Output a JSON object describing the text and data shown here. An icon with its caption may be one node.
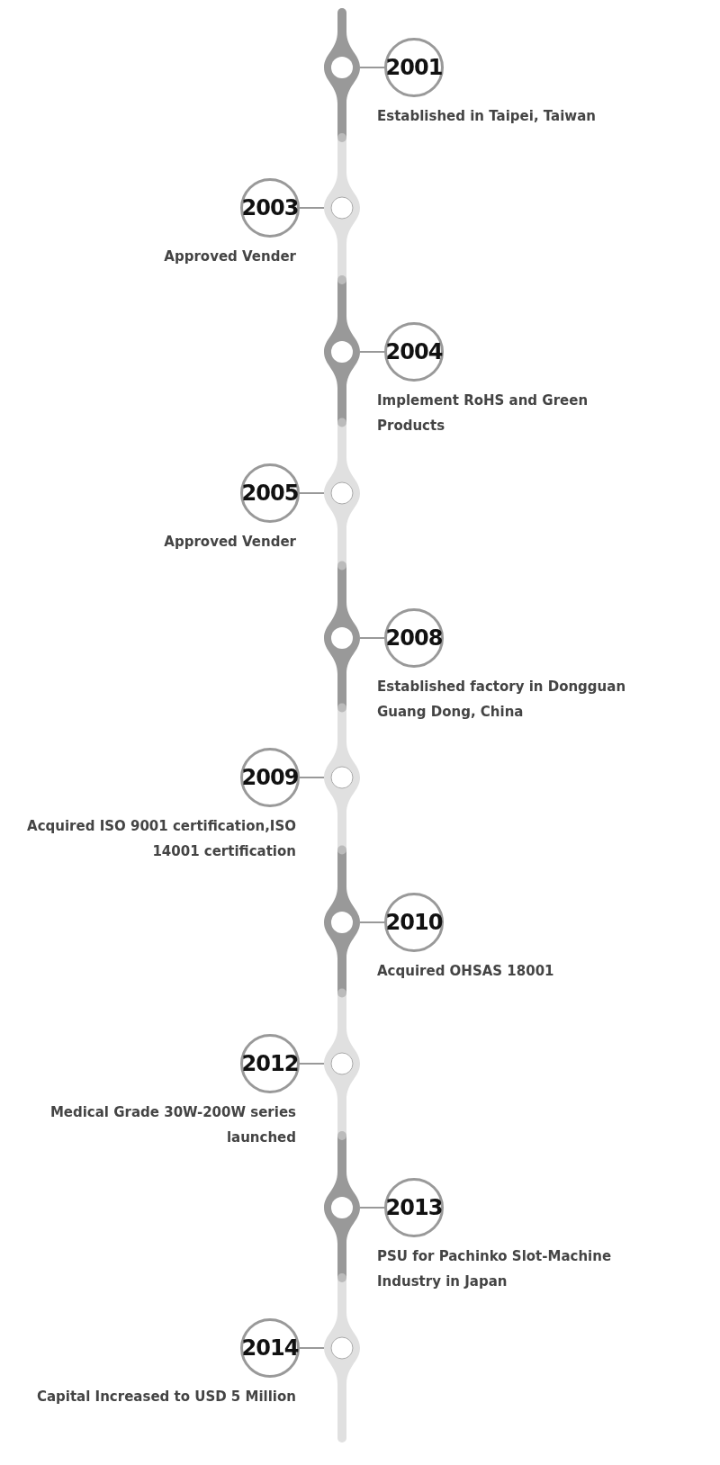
{
  "diagram": {
    "nodes": [
      {
        "text": [
          "2001"
        ],
        "beside": [
          "Established in Taipei, Taiwan"
        ]
      },
      {
        "text": [],
        "shape": "circle"
      },
      {
        "text": [
          "2003"
        ],
        "beside": [
          "Approved Vender"
        ]
      },
      {
        "text": [],
        "shape": "circle"
      },
      {
        "text": [
          "2004"
        ],
        "beside": [
          "Implement RoHS and Green Products"
        ]
      },
      {
        "text": [],
        "shape": "circle"
      },
      {
        "text": [
          "2005"
        ],
        "beside": [
          "Approved Vender"
        ]
      },
      {
        "text": [],
        "shape": "circle"
      },
      {
        "text": [
          "2008"
        ],
        "beside": [
          "Established factory in Dongguan Guang Dong, China"
        ]
      },
      {
        "text": [],
        "shape": "circle"
      },
      {
        "text": [
          "2009"
        ],
        "beside": [
          "Acquired ISO 9001 certification,ISO 14001 certification"
        ]
      },
      {
        "text": [],
        "shape": "circle"
      },
      {
        "text": [
          "2010"
        ],
        "beside": [
          "Acquired OHSAS 18001"
        ]
      },
      {
        "text": [],
        "shape": "circle"
      },
      {
        "text": [
          "2012"
        ],
        "beside": [
          "Medical Grade 30W-200W series launched"
        ]
      },
      {
        "text": [],
        "shape": "circle"
      },
      {
        "text": [
          "2013"
        ],
        "beside": [
          "PSU for Pachinko Slot-Machine Industry in Japan"
        ]
      },
      {
        "text": [],
        "shape": "circle"
      },
      {
        "text": [
          "2014"
        ],
        "beside": [
          "Capital Increased to USD 5 Million"
        ]
      },
      {
        "text": [],
        "shape": "circle"
      }
    ],
    "edges": [
      {
        "from": 0,
        "to": 1,
        "arrow": "none"
      },
      {
        "from": 1,
        "to": 3,
        "arrow": "none"
      },
      {
        "from": 2,
        "to": 3,
        "arrow": "none"
      },
      {
        "from": 3,
        "to": 5,
        "arrow": "none"
      },
      {
        "from": 4,
        "to": 5,
        "arrow": "none"
      },
      {
        "from": 5,
        "to": 7,
        "arrow": "none"
      },
      {
        "from": 6,
        "to": 7,
        "arrow": "none"
      },
      {
        "from": 7,
        "to": 9,
        "arrow": "none"
      },
      {
        "from": 8,
        "to": 9,
        "arrow": "none"
      },
      {
        "from": 9,
        "to": 11,
        "arrow": "none"
      },
      {
        "from": 10,
        "to": 11,
        "arrow": "none"
      },
      {
        "from": 11,
        "to": 13,
        "arrow": "none"
      },
      {
        "from": 12,
        "to": 13,
        "arrow": "none"
      },
      {
        "from": 13,
        "to": 15,
        "arrow": "none"
      },
      {
        "from": 14,
        "to": 15,
        "arrow": "none"
      },
      {
        "from": 15,
        "to": 17,
        "arrow": "none"
      },
      {
        "from": 16,
        "to": 17,
        "arrow": "none"
      },
      {
        "from": 17,
        "to": 19,
        "arrow": "none"
      },
      {
        "from": 18,
        "to": 19,
        "arrow": "none"
      }
    ]
  }
}
